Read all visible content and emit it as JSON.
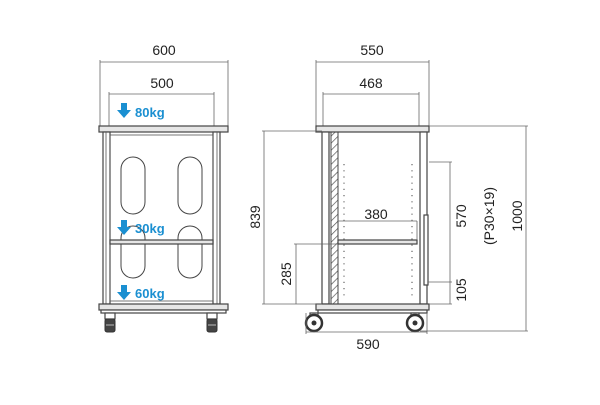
{
  "front_view": {
    "overall_width": "600",
    "inner_width": "500",
    "loads": [
      "80kg",
      "30kg",
      "60kg"
    ]
  },
  "side_view": {
    "overall_depth": "550",
    "inner_depth": "468",
    "base_depth": "590",
    "shelf_depth": "380",
    "height_to_shelf_top": "839",
    "shelf_height": "285",
    "upper_clearance": "570",
    "pitch": "(P30×19)",
    "total_height": "1000",
    "bottom_clearance": "105"
  },
  "colors": {
    "load_label": "#1a8fd1",
    "load_arrow": "#1a8fd1",
    "line": "#444444",
    "top_board": "#e6e6e6"
  },
  "icons": [
    "down-arrow-icon"
  ]
}
